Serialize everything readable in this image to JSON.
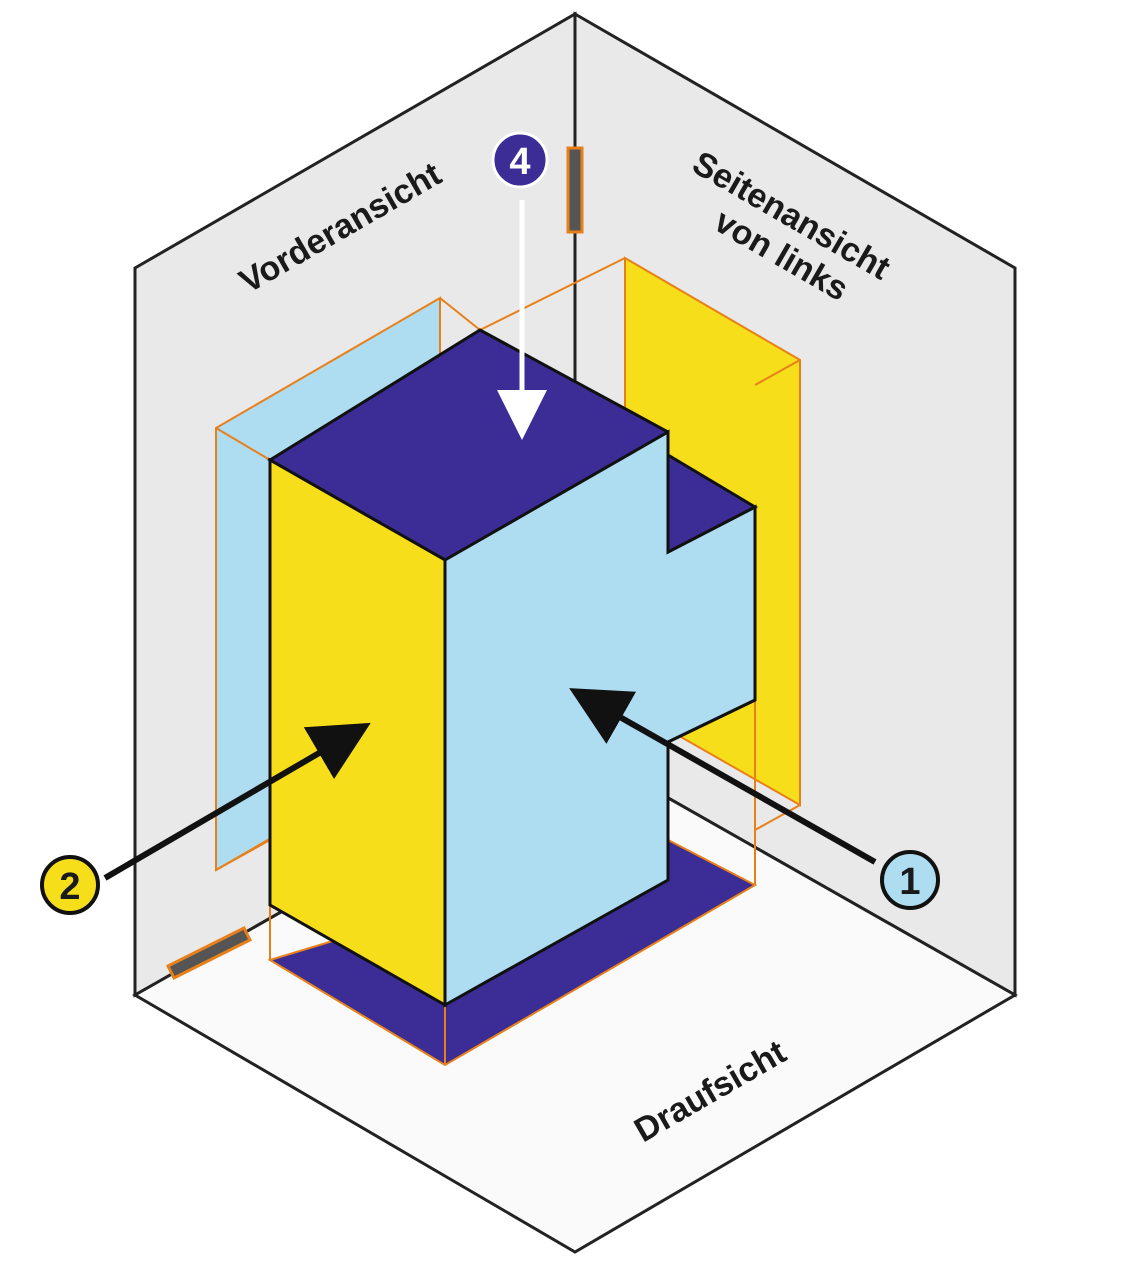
{
  "labels": {
    "front_view": "Vorderansicht",
    "side_view_line1": "Seitenansicht",
    "side_view_line2": "von links",
    "top_view": "Draufsicht"
  },
  "markers": [
    {
      "id": "1",
      "text": "1",
      "fill": "#aedcf0",
      "text_color": "#1a1a1a"
    },
    {
      "id": "2",
      "text": "2",
      "fill": "#f7de1a",
      "text_color": "#1a1a1a"
    },
    {
      "id": "4",
      "text": "4",
      "fill": "#3b2c96",
      "text_color": "#ffffff"
    }
  ],
  "colors": {
    "wall": "#e9e9e9",
    "floor": "#fafafa",
    "top_face": "#3b2c96",
    "front_face": "#f7de1a",
    "side_face": "#aedcf0",
    "projection_frame": "#e8801a",
    "outline": "#111111"
  }
}
